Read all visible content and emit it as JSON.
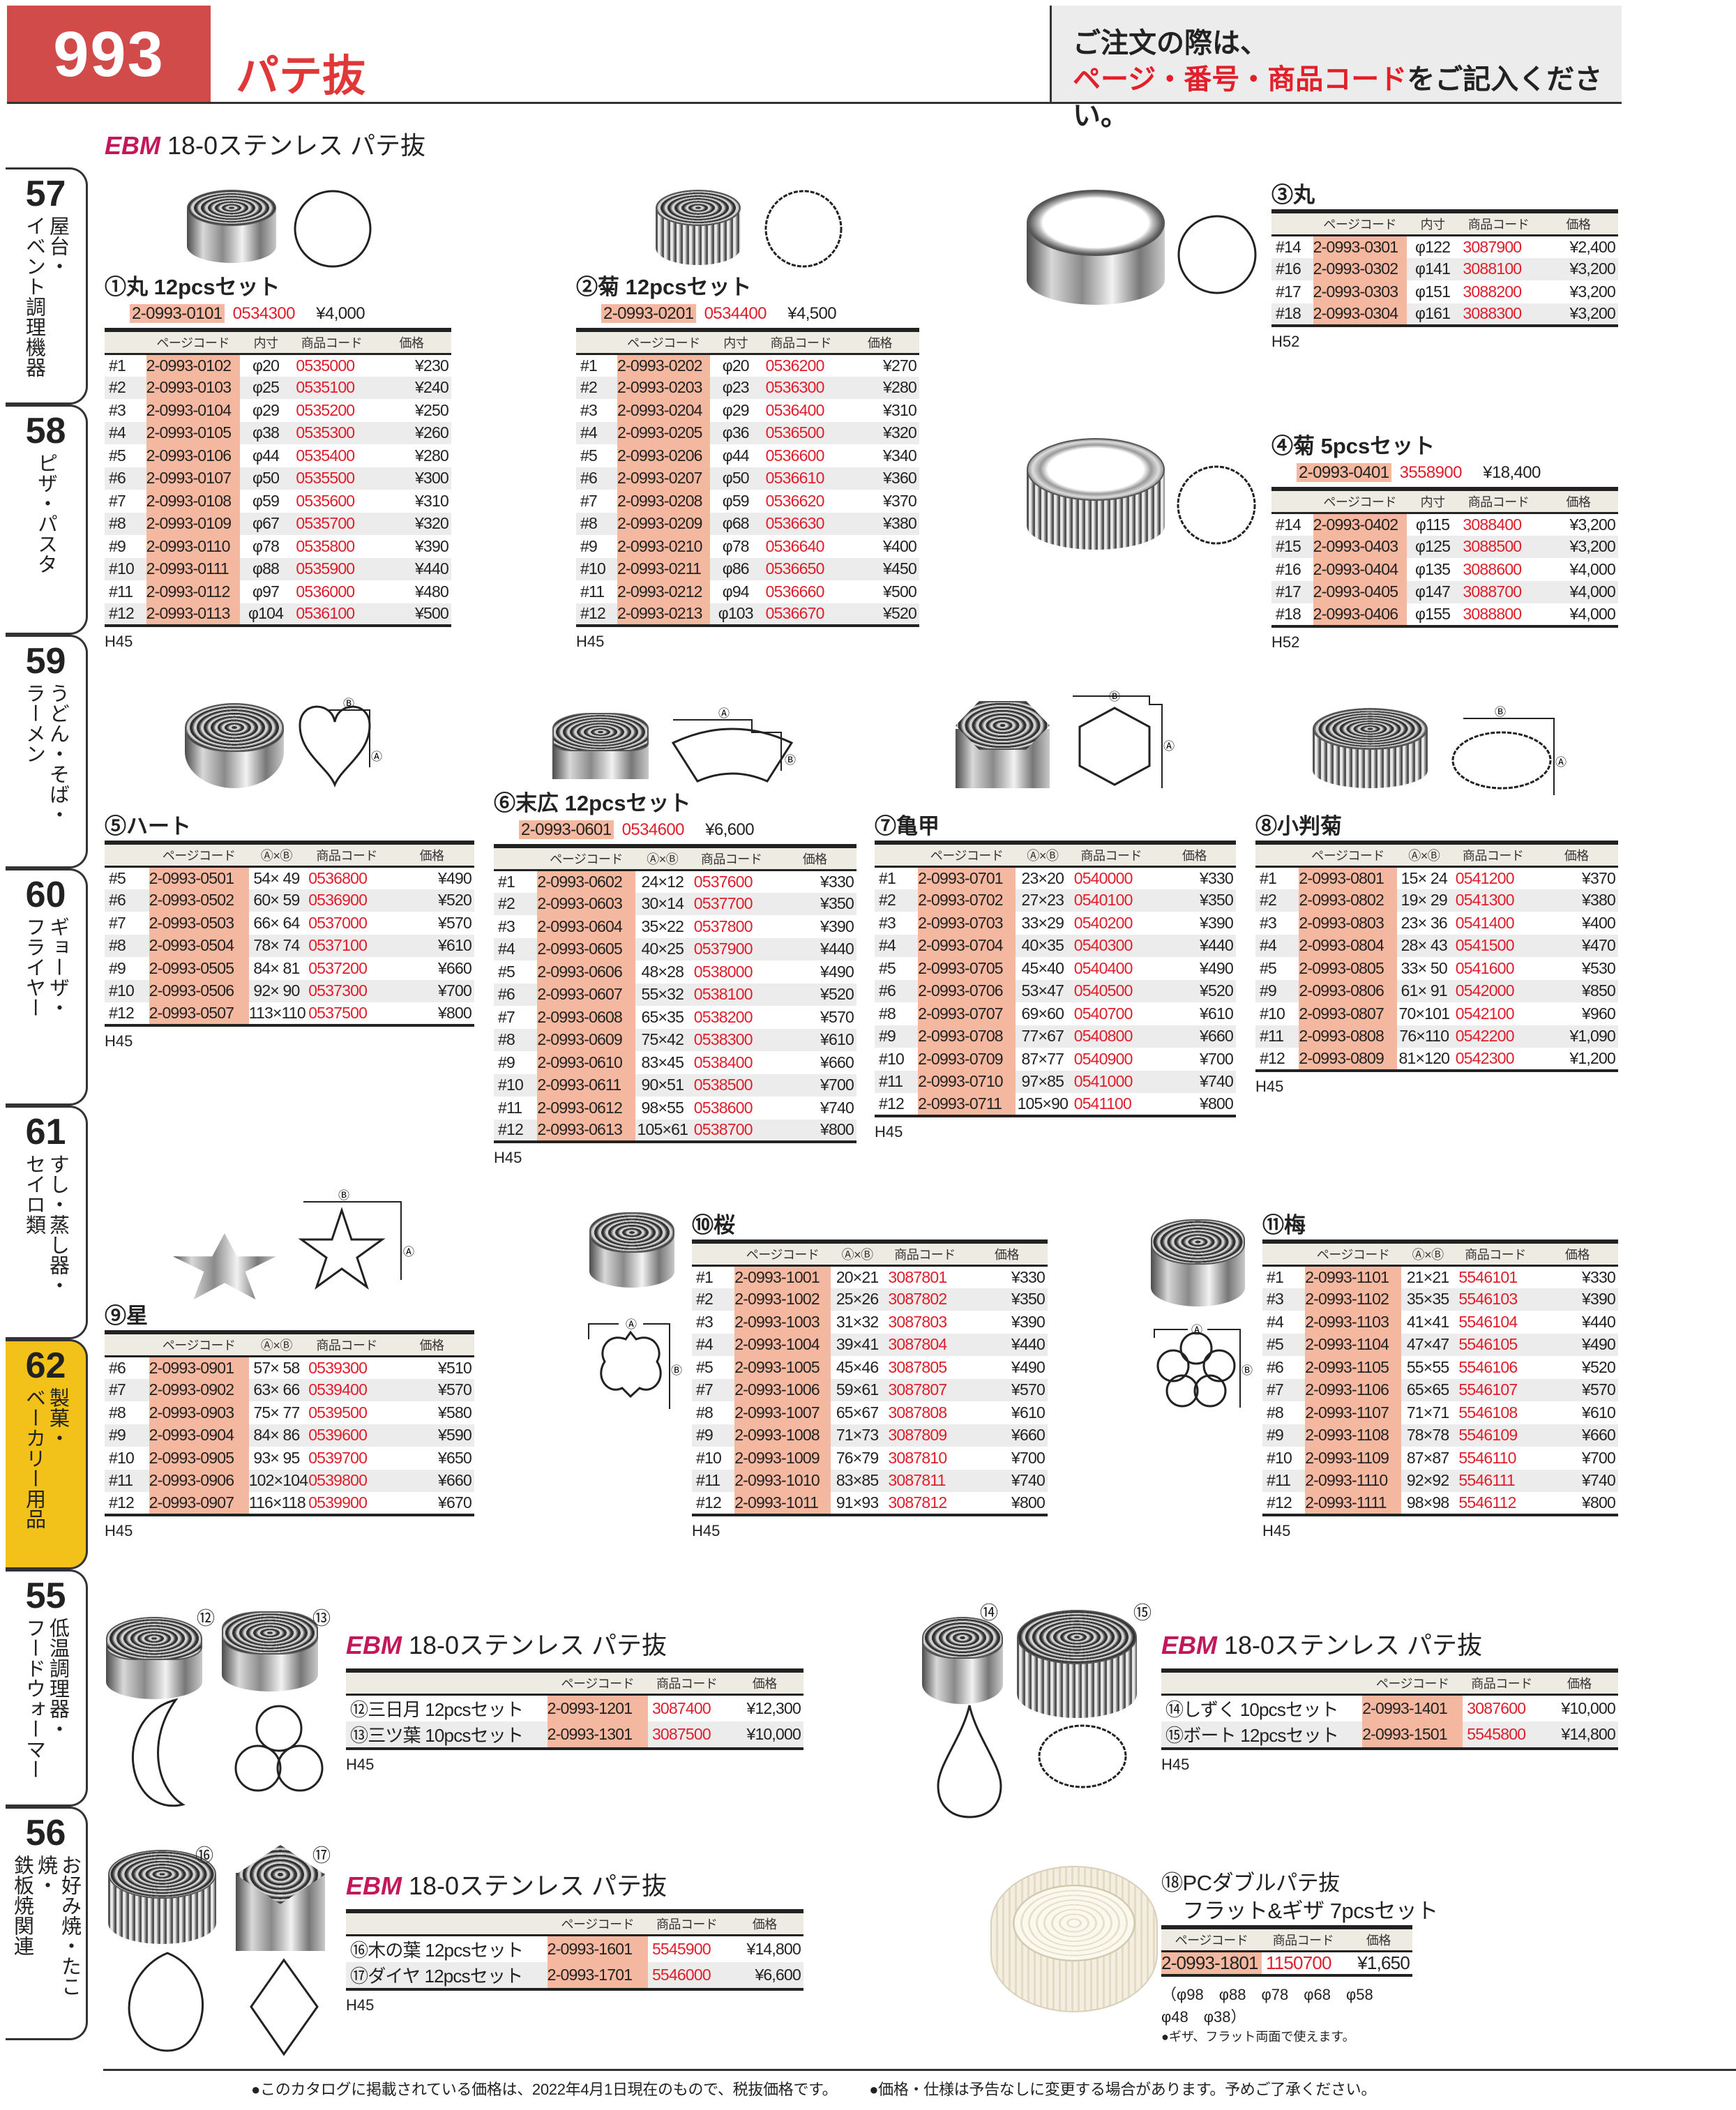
{
  "header": {
    "page_number": "993",
    "title": "パテ抜",
    "order_note_line1": "ご注文の際は、",
    "order_note_red": "ページ・番号・商品コード",
    "order_note_rest": "をご記入ください。"
  },
  "section_title": {
    "brand": "EBM",
    "text": "18-0ステンレス パテ抜"
  },
  "side_tabs": [
    {
      "num": "57",
      "text": "屋台・\nイベント調理機器",
      "active": false
    },
    {
      "num": "58",
      "text": "ピザ・パスタ",
      "active": false
    },
    {
      "num": "59",
      "text": "うどん・そば・\nラーメン",
      "active": false
    },
    {
      "num": "60",
      "text": "ギョーザ・\nフライヤー",
      "active": false
    },
    {
      "num": "61",
      "text": "すし・蒸し器・\nセイロ類",
      "active": false
    },
    {
      "num": "62",
      "text": "製菓・\nベーカリー用品",
      "active": true
    },
    {
      "num": "55",
      "text": "低温調理器・\nフードウォーマー",
      "active": false
    },
    {
      "num": "56",
      "text": "お好み焼・たこ焼・\n鉄板焼関連",
      "active": false
    }
  ],
  "dim_labels": {
    "a": "Ⓐ",
    "b": "Ⓑ"
  },
  "image_labels": [
    "⑫",
    "⑬",
    "⑭",
    "⑮",
    "⑯",
    "⑰"
  ],
  "tables": [
    {
      "id": "t1",
      "kind": "size",
      "title": "①丸 12pcsセット",
      "set": [
        "2-0993-0101",
        "0534300",
        "¥4,000"
      ],
      "headers": [
        "",
        "ページコード",
        "内寸",
        "商品コード",
        "価格"
      ],
      "rows": [
        [
          "#1",
          "2-0993-0102",
          "φ20",
          "0535000",
          "¥230"
        ],
        [
          "#2",
          "2-0993-0103",
          "φ25",
          "0535100",
          "¥240"
        ],
        [
          "#3",
          "2-0993-0104",
          "φ29",
          "0535200",
          "¥250"
        ],
        [
          "#4",
          "2-0993-0105",
          "φ38",
          "0535300",
          "¥260"
        ],
        [
          "#5",
          "2-0993-0106",
          "φ44",
          "0535400",
          "¥280"
        ],
        [
          "#6",
          "2-0993-0107",
          "φ50",
          "0535500",
          "¥300"
        ],
        [
          "#7",
          "2-0993-0108",
          "φ59",
          "0535600",
          "¥310"
        ],
        [
          "#8",
          "2-0993-0109",
          "φ67",
          "0535700",
          "¥320"
        ],
        [
          "#9",
          "2-0993-0110",
          "φ78",
          "0535800",
          "¥390"
        ],
        [
          "#10",
          "2-0993-0111",
          "φ88",
          "0535900",
          "¥440"
        ],
        [
          "#11",
          "2-0993-0112",
          "φ97",
          "0536000",
          "¥480"
        ],
        [
          "#12",
          "2-0993-0113",
          "φ104",
          "0536100",
          "¥500"
        ]
      ],
      "note": "H45"
    },
    {
      "id": "t2",
      "kind": "size",
      "title": "②菊 12pcsセット",
      "set": [
        "2-0993-0201",
        "0534400",
        "¥4,500"
      ],
      "headers": [
        "",
        "ページコード",
        "内寸",
        "商品コード",
        "価格"
      ],
      "rows": [
        [
          "#1",
          "2-0993-0202",
          "φ20",
          "0536200",
          "¥270"
        ],
        [
          "#2",
          "2-0993-0203",
          "φ23",
          "0536300",
          "¥280"
        ],
        [
          "#3",
          "2-0993-0204",
          "φ29",
          "0536400",
          "¥310"
        ],
        [
          "#4",
          "2-0993-0205",
          "φ36",
          "0536500",
          "¥320"
        ],
        [
          "#5",
          "2-0993-0206",
          "φ44",
          "0536600",
          "¥340"
        ],
        [
          "#6",
          "2-0993-0207",
          "φ50",
          "0536610",
          "¥360"
        ],
        [
          "#7",
          "2-0993-0208",
          "φ59",
          "0536620",
          "¥370"
        ],
        [
          "#8",
          "2-0993-0209",
          "φ68",
          "0536630",
          "¥380"
        ],
        [
          "#9",
          "2-0993-0210",
          "φ78",
          "0536640",
          "¥400"
        ],
        [
          "#10",
          "2-0993-0211",
          "φ86",
          "0536650",
          "¥450"
        ],
        [
          "#11",
          "2-0993-0212",
          "φ94",
          "0536660",
          "¥500"
        ],
        [
          "#12",
          "2-0993-0213",
          "φ103",
          "0536670",
          "¥520"
        ]
      ],
      "note": "H45"
    },
    {
      "id": "t3",
      "kind": "size",
      "title": "③丸",
      "headers": [
        "",
        "ページコード",
        "内寸",
        "商品コード",
        "価格"
      ],
      "rows": [
        [
          "#14",
          "2-0993-0301",
          "φ122",
          "3087900",
          "¥2,400"
        ],
        [
          "#16",
          "2-0993-0302",
          "φ141",
          "3088100",
          "¥3,200"
        ],
        [
          "#17",
          "2-0993-0303",
          "φ151",
          "3088200",
          "¥3,200"
        ],
        [
          "#18",
          "2-0993-0304",
          "φ161",
          "3088300",
          "¥3,200"
        ]
      ],
      "note": "H52"
    },
    {
      "id": "t4",
      "kind": "size",
      "title": "④菊 5pcsセット",
      "set": [
        "2-0993-0401",
        "3558900",
        "¥18,400"
      ],
      "headers": [
        "",
        "ページコード",
        "内寸",
        "商品コード",
        "価格"
      ],
      "rows": [
        [
          "#14",
          "2-0993-0402",
          "φ115",
          "3088400",
          "¥3,200"
        ],
        [
          "#15",
          "2-0993-0403",
          "φ125",
          "3088500",
          "¥3,200"
        ],
        [
          "#16",
          "2-0993-0404",
          "φ135",
          "3088600",
          "¥4,000"
        ],
        [
          "#17",
          "2-0993-0405",
          "φ147",
          "3088700",
          "¥4,000"
        ],
        [
          "#18",
          "2-0993-0406",
          "φ155",
          "3088800",
          "¥4,000"
        ]
      ],
      "note": "H52"
    },
    {
      "id": "t5",
      "kind": "size",
      "title": "⑤ハート",
      "headers": [
        "",
        "ページコード",
        "Ⓐ×Ⓑ",
        "商品コード",
        "価格"
      ],
      "rows": [
        [
          "#5",
          "2-0993-0501",
          "54× 49",
          "0536800",
          "¥490"
        ],
        [
          "#6",
          "2-0993-0502",
          "60× 59",
          "0536900",
          "¥520"
        ],
        [
          "#7",
          "2-0993-0503",
          "66× 64",
          "0537000",
          "¥570"
        ],
        [
          "#8",
          "2-0993-0504",
          "78× 74",
          "0537100",
          "¥610"
        ],
        [
          "#9",
          "2-0993-0505",
          "84× 81",
          "0537200",
          "¥660"
        ],
        [
          "#10",
          "2-0993-0506",
          "92× 90",
          "0537300",
          "¥700"
        ],
        [
          "#12",
          "2-0993-0507",
          "113×110",
          "0537500",
          "¥800"
        ]
      ],
      "note": "H45"
    },
    {
      "id": "t6",
      "kind": "size",
      "title": "⑥末広 12pcsセット",
      "set": [
        "2-0993-0601",
        "0534600",
        "¥6,600"
      ],
      "headers": [
        "",
        "ページコード",
        "Ⓐ×Ⓑ",
        "商品コード",
        "価格"
      ],
      "rows": [
        [
          "#1",
          "2-0993-0602",
          "24×12",
          "0537600",
          "¥330"
        ],
        [
          "#2",
          "2-0993-0603",
          "30×14",
          "0537700",
          "¥350"
        ],
        [
          "#3",
          "2-0993-0604",
          "35×22",
          "0537800",
          "¥390"
        ],
        [
          "#4",
          "2-0993-0605",
          "40×25",
          "0537900",
          "¥440"
        ],
        [
          "#5",
          "2-0993-0606",
          "48×28",
          "0538000",
          "¥490"
        ],
        [
          "#6",
          "2-0993-0607",
          "55×32",
          "0538100",
          "¥520"
        ],
        [
          "#7",
          "2-0993-0608",
          "65×35",
          "0538200",
          "¥570"
        ],
        [
          "#8",
          "2-0993-0609",
          "75×42",
          "0538300",
          "¥610"
        ],
        [
          "#9",
          "2-0993-0610",
          "83×45",
          "0538400",
          "¥660"
        ],
        [
          "#10",
          "2-0993-0611",
          "90×51",
          "0538500",
          "¥700"
        ],
        [
          "#11",
          "2-0993-0612",
          "98×55",
          "0538600",
          "¥740"
        ],
        [
          "#12",
          "2-0993-0613",
          "105×61",
          "0538700",
          "¥800"
        ]
      ],
      "note": "H45"
    },
    {
      "id": "t7",
      "kind": "size",
      "title": "⑦亀甲",
      "headers": [
        "",
        "ページコード",
        "Ⓐ×Ⓑ",
        "商品コード",
        "価格"
      ],
      "rows": [
        [
          "#1",
          "2-0993-0701",
          "23×20",
          "0540000",
          "¥330"
        ],
        [
          "#2",
          "2-0993-0702",
          "27×23",
          "0540100",
          "¥350"
        ],
        [
          "#3",
          "2-0993-0703",
          "33×29",
          "0540200",
          "¥390"
        ],
        [
          "#4",
          "2-0993-0704",
          "40×35",
          "0540300",
          "¥440"
        ],
        [
          "#5",
          "2-0993-0705",
          "45×40",
          "0540400",
          "¥490"
        ],
        [
          "#6",
          "2-0993-0706",
          "53×47",
          "0540500",
          "¥520"
        ],
        [
          "#8",
          "2-0993-0707",
          "69×60",
          "0540700",
          "¥610"
        ],
        [
          "#9",
          "2-0993-0708",
          "77×67",
          "0540800",
          "¥660"
        ],
        [
          "#10",
          "2-0993-0709",
          "87×77",
          "0540900",
          "¥700"
        ],
        [
          "#11",
          "2-0993-0710",
          "97×85",
          "0541000",
          "¥740"
        ],
        [
          "#12",
          "2-0993-0711",
          "105×90",
          "0541100",
          "¥800"
        ]
      ],
      "note": "H45"
    },
    {
      "id": "t8",
      "kind": "size",
      "title": "⑧小判菊",
      "headers": [
        "",
        "ページコード",
        "Ⓐ×Ⓑ",
        "商品コード",
        "価格"
      ],
      "rows": [
        [
          "#1",
          "2-0993-0801",
          "15× 24",
          "0541200",
          "¥370"
        ],
        [
          "#2",
          "2-0993-0802",
          "19× 29",
          "0541300",
          "¥380"
        ],
        [
          "#3",
          "2-0993-0803",
          "23× 36",
          "0541400",
          "¥400"
        ],
        [
          "#4",
          "2-0993-0804",
          "28× 43",
          "0541500",
          "¥470"
        ],
        [
          "#5",
          "2-0993-0805",
          "33× 50",
          "0541600",
          "¥530"
        ],
        [
          "#9",
          "2-0993-0806",
          "61× 91",
          "0542000",
          "¥850"
        ],
        [
          "#10",
          "2-0993-0807",
          "70×101",
          "0542100",
          "¥960"
        ],
        [
          "#11",
          "2-0993-0808",
          "76×110",
          "0542200",
          "¥1,090"
        ],
        [
          "#12",
          "2-0993-0809",
          "81×120",
          "0542300",
          "¥1,200"
        ]
      ],
      "note": "H45"
    },
    {
      "id": "t9",
      "kind": "size",
      "title": "⑨星",
      "headers": [
        "",
        "ページコード",
        "Ⓐ×Ⓑ",
        "商品コード",
        "価格"
      ],
      "rows": [
        [
          "#6",
          "2-0993-0901",
          "57× 58",
          "0539300",
          "¥510"
        ],
        [
          "#7",
          "2-0993-0902",
          "63× 66",
          "0539400",
          "¥570"
        ],
        [
          "#8",
          "2-0993-0903",
          "75× 77",
          "0539500",
          "¥580"
        ],
        [
          "#9",
          "2-0993-0904",
          "84× 86",
          "0539600",
          "¥590"
        ],
        [
          "#10",
          "2-0993-0905",
          "93× 95",
          "0539700",
          "¥650"
        ],
        [
          "#11",
          "2-0993-0906",
          "102×104",
          "0539800",
          "¥660"
        ],
        [
          "#12",
          "2-0993-0907",
          "116×118",
          "0539900",
          "¥670"
        ]
      ],
      "note": "H45"
    },
    {
      "id": "t10",
      "kind": "size",
      "title": "⑩桜",
      "headers": [
        "",
        "ページコード",
        "Ⓐ×Ⓑ",
        "商品コード",
        "価格"
      ],
      "rows": [
        [
          "#1",
          "2-0993-1001",
          "20×21",
          "3087801",
          "¥330"
        ],
        [
          "#2",
          "2-0993-1002",
          "25×26",
          "3087802",
          "¥350"
        ],
        [
          "#3",
          "2-0993-1003",
          "31×32",
          "3087803",
          "¥390"
        ],
        [
          "#4",
          "2-0993-1004",
          "39×41",
          "3087804",
          "¥440"
        ],
        [
          "#5",
          "2-0993-1005",
          "45×46",
          "3087805",
          "¥490"
        ],
        [
          "#7",
          "2-0993-1006",
          "59×61",
          "3087807",
          "¥570"
        ],
        [
          "#8",
          "2-0993-1007",
          "65×67",
          "3087808",
          "¥610"
        ],
        [
          "#9",
          "2-0993-1008",
          "71×73",
          "3087809",
          "¥660"
        ],
        [
          "#10",
          "2-0993-1009",
          "76×79",
          "3087810",
          "¥700"
        ],
        [
          "#11",
          "2-0993-1010",
          "83×85",
          "3087811",
          "¥740"
        ],
        [
          "#12",
          "2-0993-1011",
          "91×93",
          "3087812",
          "¥800"
        ]
      ],
      "note": "H45"
    },
    {
      "id": "t11",
      "kind": "size",
      "title": "⑪梅",
      "headers": [
        "",
        "ページコード",
        "Ⓐ×Ⓑ",
        "商品コード",
        "価格"
      ],
      "rows": [
        [
          "#1",
          "2-0993-1101",
          "21×21",
          "5546101",
          "¥330"
        ],
        [
          "#3",
          "2-0993-1102",
          "35×35",
          "5546103",
          "¥390"
        ],
        [
          "#4",
          "2-0993-1103",
          "41×41",
          "5546104",
          "¥440"
        ],
        [
          "#5",
          "2-0993-1104",
          "47×47",
          "5546105",
          "¥490"
        ],
        [
          "#6",
          "2-0993-1105",
          "55×55",
          "5546106",
          "¥520"
        ],
        [
          "#7",
          "2-0993-1106",
          "65×65",
          "5546107",
          "¥570"
        ],
        [
          "#8",
          "2-0993-1107",
          "71×71",
          "5546108",
          "¥610"
        ],
        [
          "#9",
          "2-0993-1108",
          "78×78",
          "5546109",
          "¥660"
        ],
        [
          "#10",
          "2-0993-1109",
          "87×87",
          "5546110",
          "¥700"
        ],
        [
          "#11",
          "2-0993-1110",
          "92×92",
          "5546111",
          "¥740"
        ],
        [
          "#12",
          "2-0993-1111",
          "98×98",
          "5546112",
          "¥800"
        ]
      ],
      "note": "H45"
    },
    {
      "id": "t12",
      "kind": "named",
      "brand": "EBM",
      "title": "18-0ステンレス パテ抜",
      "headers": [
        "",
        "ページコード",
        "商品コード",
        "価格"
      ],
      "rows": [
        [
          "⑫三日月 12pcsセット",
          "2-0993-1201",
          "3087400",
          "¥12,300"
        ],
        [
          "⑬三ツ葉 10pcsセット",
          "2-0993-1301",
          "3087500",
          "¥10,000"
        ]
      ],
      "note": "H45"
    },
    {
      "id": "t14",
      "kind": "named",
      "brand": "EBM",
      "title": "18-0ステンレス パテ抜",
      "headers": [
        "",
        "ページコード",
        "商品コード",
        "価格"
      ],
      "rows": [
        [
          "⑭しずく 10pcsセット",
          "2-0993-1401",
          "3087600",
          "¥10,000"
        ],
        [
          "⑮ボート 12pcsセット",
          "2-0993-1501",
          "5545800",
          "¥14,800"
        ]
      ],
      "note": "H45"
    },
    {
      "id": "t16",
      "kind": "named",
      "brand": "EBM",
      "title": "18-0ステンレス パテ抜",
      "headers": [
        "",
        "ページコード",
        "商品コード",
        "価格"
      ],
      "rows": [
        [
          "⑯木の葉 12pcsセット",
          "2-0993-1601",
          "5545900",
          "¥14,800"
        ],
        [
          "⑰ダイヤ 12pcsセット",
          "2-0993-1701",
          "5546000",
          "¥6,600"
        ]
      ],
      "note": "H45"
    },
    {
      "id": "t18",
      "kind": "simple",
      "title": "⑱PCダブルパテ抜\n　フラット&ギザ 7pcsセット",
      "headers": [
        "ページコード",
        "商品コード",
        "価格"
      ],
      "rows": [
        [
          "2-0993-1801",
          "1150700",
          "¥1,650"
        ]
      ],
      "note": "（φ98　φ88　φ78　φ68　φ58　φ48　φ38）",
      "note2": "●ギザ、フラット両面で使えます。"
    }
  ],
  "footer": {
    "note1": "●このカタログに掲載されている価格は、2022年4月1日現在のもので、税抜価格です。",
    "note2": "●価格・仕様は予告なしに変更する場合があります。予めご了承ください。"
  }
}
